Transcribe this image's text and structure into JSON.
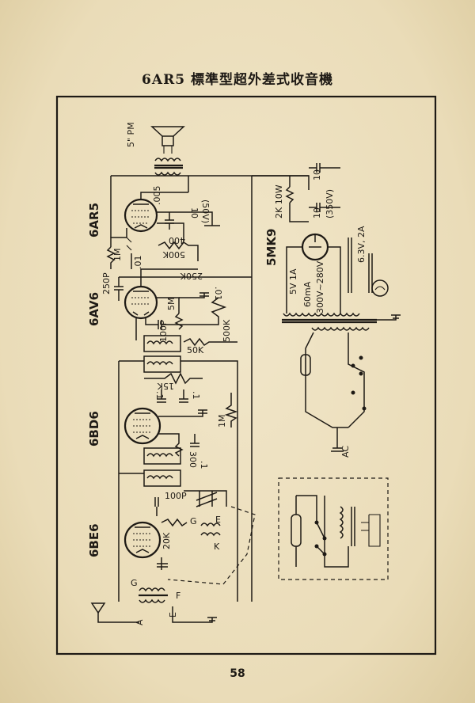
{
  "title": "6AR5 標準型超外差式收音機",
  "page_number": "58",
  "tubes": {
    "output": "6AR5",
    "detector_af": "6AV6",
    "if_amp": "6BD6",
    "converter": "6BE6",
    "rectifier": "5MK9"
  },
  "speaker": "5\" PM",
  "components": {
    "c_005": ".005",
    "c10_50": "10",
    "c10_50_v": "(50V)",
    "r400": "400",
    "r500k": "500K",
    "r1m_a": "1M",
    "c01_a": ".01",
    "c250p": "250P",
    "r250k": "250K",
    "r5m": "5M",
    "c01_b": ".01",
    "c100p_a": "100P",
    "r500k_b": "500K",
    "r50k": "50K",
    "r15k": "15K",
    "c1_a": ".1",
    "c1_b": ".1",
    "r1m_b": "1M",
    "r300": "300",
    "c1_c": ".1",
    "c100p_b": "100P",
    "r20k": "20K",
    "g": "G",
    "e": "E",
    "k": "K",
    "ant_g": "G",
    "ant_f": "F",
    "ant_a": "A",
    "ant_e": "E",
    "c10_top": "10",
    "r2k10w": "2K 10W",
    "c10_350": "10",
    "c10_350_v": "(350V)",
    "fil_5v": "5V 1A",
    "sec_60ma": "60mA",
    "sec_300v": "300V~280V",
    "fil_63": "6.3V, 2A",
    "ac": "AC"
  }
}
